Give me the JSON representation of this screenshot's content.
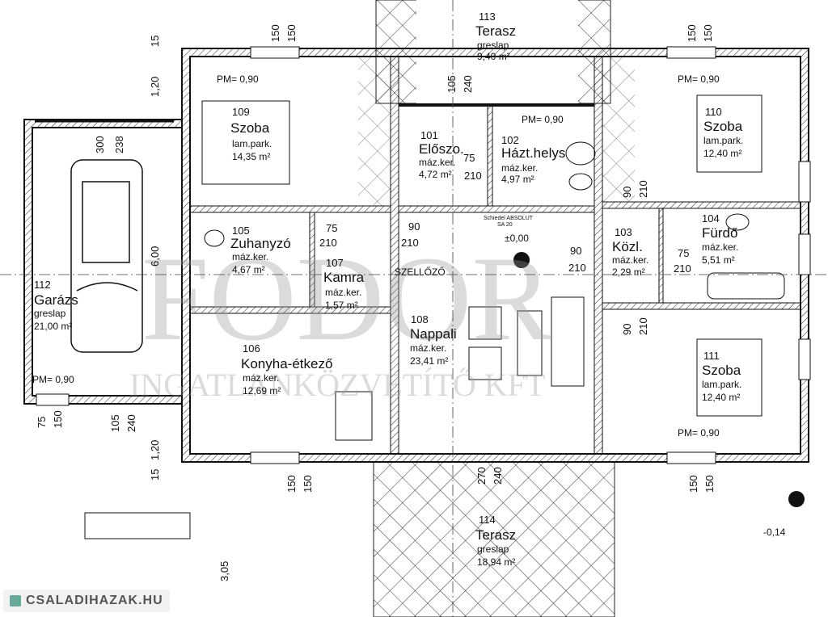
{
  "rooms": [
    {
      "id": "109",
      "name": "Szoba",
      "floor": "lam.park.",
      "area": "14,35 m²"
    },
    {
      "id": "110",
      "name": "Szoba",
      "floor": "lam.park.",
      "area": "12,40 m²"
    },
    {
      "id": "101",
      "name": "Előszo.",
      "floor": "máz.ker.",
      "area": "4,72 m²"
    },
    {
      "id": "102",
      "name": "Házt.helys",
      "floor": "máz.ker.",
      "area": "4,97 m²"
    },
    {
      "id": "105",
      "name": "Zuhanyzó",
      "floor": "máz.ker.",
      "area": "4,67 m²"
    },
    {
      "id": "107",
      "name": "Kamra",
      "floor": "máz.ker.",
      "area": "1,57 m²"
    },
    {
      "id": "103",
      "name": "Közl.",
      "floor": "máz.ker.",
      "area": "2,29 m²"
    },
    {
      "id": "104",
      "name": "Fürdő",
      "floor": "máz.ker.",
      "area": "5,51 m²"
    },
    {
      "id": "112",
      "name": "Garázs",
      "floor": "greslap",
      "area": "21,00 m²"
    },
    {
      "id": "108",
      "name": "Nappali",
      "floor": "máz.ker.",
      "area": "23,41 m²"
    },
    {
      "id": "106",
      "name": "Konyha-étkező",
      "floor": "máz.ker.",
      "area": "12,69 m²"
    },
    {
      "id": "111",
      "name": "Szoba",
      "floor": "lam.park.",
      "area": "12,40 m²"
    },
    {
      "id": "113",
      "name": "Terasz",
      "floor": "greslap",
      "area": "9,40 m²"
    },
    {
      "id": "114",
      "name": "Terasz",
      "floor": "greslap",
      "area": "18,94 m²"
    }
  ],
  "labels": {
    "pm": "PM= 0,90",
    "level": "±0,00",
    "level_out": "-0,14",
    "szellozo": "SZELLŐZŐ",
    "boiler": "Schiedel ABSOLUT",
    "boiler2": "SA 20"
  },
  "dims": {
    "d150": "150",
    "d15": "15",
    "d120": "1,20",
    "d600": "6,00",
    "d305": "3,05",
    "d75": "75",
    "d210": "210",
    "d90": "90",
    "d300": "300",
    "d238": "238",
    "d240": "240",
    "d105": "105",
    "d270": "270"
  },
  "watermark": {
    "brand": "FODOR",
    "sub": "INGATLANKÖZVETÍTŐ KFT"
  },
  "logo": "CSALADIHAZAK.HU"
}
